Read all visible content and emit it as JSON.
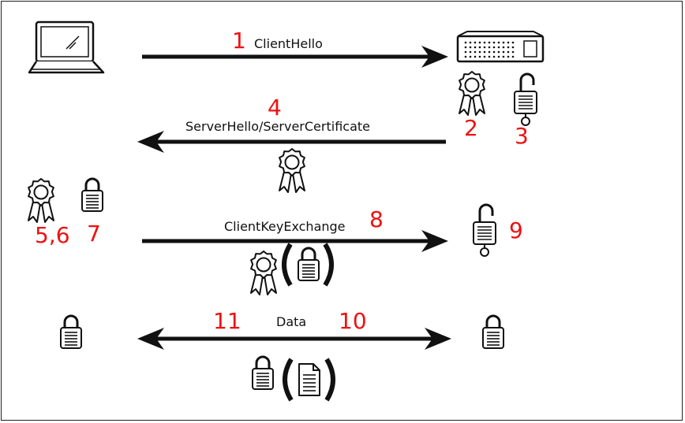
{
  "messages": {
    "client_hello": "ClientHello",
    "server_hello": "ServerHello/ServerCertificate",
    "client_key_exchange": "ClientKeyExchange",
    "data": "Data"
  },
  "steps": {
    "s1": "1",
    "s2": "2",
    "s3": "3",
    "s4": "4",
    "s56": "5,6",
    "s7": "7",
    "s8": "8",
    "s9": "9",
    "s10": "10",
    "s11": "11"
  },
  "icons": {
    "client": "laptop-icon",
    "server": "server-icon",
    "certificate": "certificate-icon",
    "padlock_open": "open-padlock-icon",
    "padlock_closed": "closed-padlock-icon",
    "document": "document-icon"
  },
  "colors": {
    "step_numbers": "#ee1111",
    "lines": "#111111"
  }
}
